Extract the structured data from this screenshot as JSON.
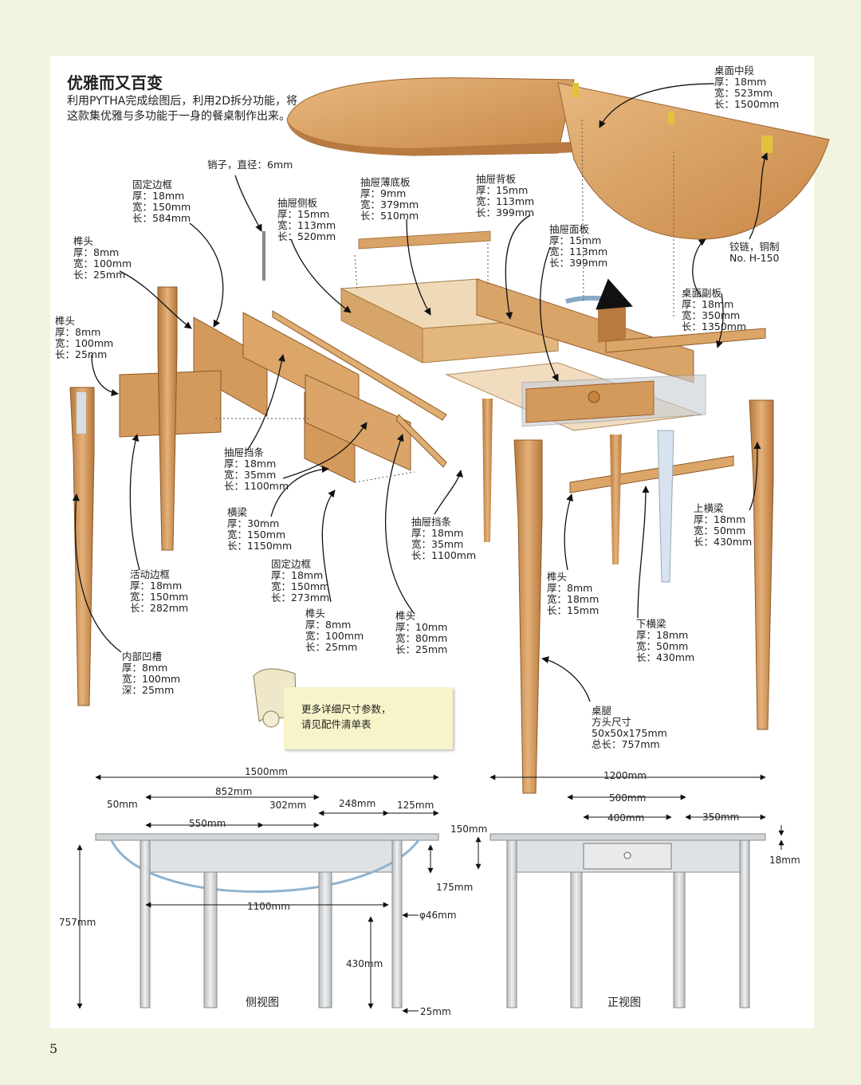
{
  "title": "优雅而又百变",
  "intro": "利用PYTHA完成绘图后，利用2D拆分功能，将这款集优雅与多功能于一身的餐桌制作出来。",
  "labels": {
    "top_middle": "桌面中段\n厚：18mm\n宽：523mm\n长：1500mm",
    "hinge": "铰链，铜制\nNo. H-150",
    "pin": "销子，直径：6mm",
    "fixed_apron": "固定边框\n厚：18mm\n宽：150mm\n长：584mm",
    "tenon_a": "榫头\n厚：8mm\n宽：100mm\n长：25mm",
    "tenon_b": "榫头\n厚：8mm\n宽：100mm\n长：25mm",
    "drawer_side": "抽屉侧板\n厚：15mm\n宽：113mm\n长：520mm",
    "drawer_bottom": "抽屉薄底板\n厚：9mm\n宽：379mm\n长：510mm",
    "drawer_back": "抽屉背板\n厚：15mm\n宽：113mm\n长：399mm",
    "drawer_front": "抽屉面板\n厚：15mm\n宽：113mm\n长：399mm",
    "top_leaf": "桌面副板\n厚：18mm\n宽：350mm\n长：1350mm",
    "drawer_stop_a": "抽屉挡条\n厚：18mm\n宽：35mm\n长：1100mm",
    "crossbeam": "横梁\n厚：30mm\n宽：150mm\n长：1150mm",
    "fixed_apron_b": "固定边框\n厚：18mm\n宽：150mm\n长：273mm",
    "drawer_stop_b": "抽屉挡条\n厚：18mm\n宽：35mm\n长：1100mm",
    "movable_apron": "活动边框\n厚：18mm\n宽：150mm\n长：282mm",
    "tenon_c": "榫头\n厚：8mm\n宽：100mm\n长：25mm",
    "tenon_d": "榫头\n厚：10mm\n宽：80mm\n长：25mm",
    "inner_groove": "内部凹槽\n厚：8mm\n宽：100mm\n深：25mm",
    "upper_rail": "上横梁\n厚：18mm\n宽：50mm\n长：430mm",
    "tenon_e": "榫头\n厚：8mm\n宽：18mm\n长：15mm",
    "lower_rail": "下横梁\n厚：18mm\n宽：50mm\n长：430mm",
    "leg": "桌腿\n方头尺寸\n50x50x175mm\n总长：757mm"
  },
  "note": "更多详细尺寸参数，\n请见配件清单表",
  "side_view": {
    "caption": "侧视图",
    "dims": {
      "total": "1500mm",
      "a852": "852mm",
      "a50": "50mm",
      "a550": "550mm",
      "a302": "302mm",
      "a248": "248mm",
      "a125": "125mm",
      "a175": "175mm",
      "a1100": "1100mm",
      "phi": "φ46mm",
      "h757": "757mm",
      "h430": "430mm",
      "a25": "25mm"
    }
  },
  "front_view": {
    "caption": "正视图",
    "dims": {
      "total": "1200mm",
      "a500": "500mm",
      "a400": "400mm",
      "a350": "350mm",
      "a150": "150mm",
      "a18": "18mm"
    }
  },
  "page_number": "5",
  "colors": {
    "wood": "#d49a5c",
    "wood_dark": "#b9783d",
    "wood_light": "#e6b77f",
    "background": "#f1f4de"
  }
}
